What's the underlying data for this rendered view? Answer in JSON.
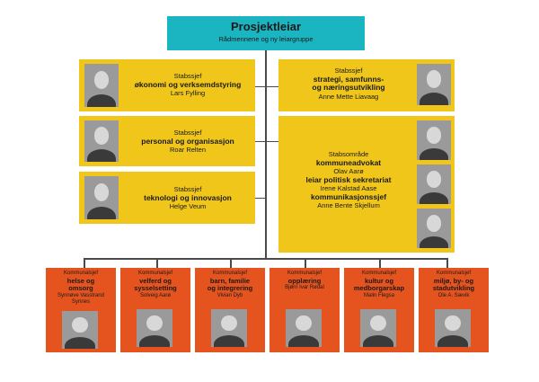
{
  "top": {
    "title": "Prosjektleiar",
    "subtitle": "Rådmennene og ny leiargruppe"
  },
  "left_staff": [
    {
      "label": "Stabssjef",
      "title": "økonomi og verksemdstyring",
      "name": "Lars Fylling"
    },
    {
      "label": "Stabssjef",
      "title": "personal og organisasjon",
      "name": "Roar Relten"
    },
    {
      "label": "Stabssjef",
      "title": "teknologi og innovasjon",
      "name": "Helge Veum"
    }
  ],
  "right_staff": {
    "label": "Stabssjef",
    "title_line1": "strategi, samfunns-",
    "title_line2": "og næringsutvikling",
    "name": "Anne Mette Liavaag"
  },
  "staff_area": {
    "label": "Stabsområde",
    "role1": "kommuneadvokat",
    "name1": "Olav Aarø",
    "role2": "leiar politisk sekretariat",
    "name2": "Irene Kalstad Aase",
    "role3": "kommunikasjonssjef",
    "name3": "Anne Bente Skjellum"
  },
  "directors": [
    {
      "label": "Kommunalsjef",
      "title_line1": "helse og",
      "title_line2": "omsorg",
      "name_line1": "Synnøve Vasstrand",
      "name_line2": "Synnes"
    },
    {
      "label": "Kommunalsjef",
      "title_line1": "velferd og",
      "title_line2": "sysselsetting",
      "name_line1": "Solveig Aarø",
      "name_line2": ""
    },
    {
      "label": "Kommunalsjef",
      "title_line1": "barn, familie",
      "title_line2": "og integrering",
      "name_line1": "Vivian Dyb",
      "name_line2": ""
    },
    {
      "label": "Kommunalsjef",
      "title_line1": "opplæring",
      "title_line2": "",
      "name_line1": "Bjørn Ivar Rødal",
      "name_line2": ""
    },
    {
      "label": "Kommunalsjef",
      "title_line1": "kultur og",
      "title_line2": "medborgarskap",
      "name_line1": "Malin Flegsa",
      "name_line2": ""
    },
    {
      "label": "Kommunalsjef",
      "title_line1": "miljø, by- og",
      "title_line2": "stadutvikling",
      "name_line1": "Ole A. Sævik",
      "name_line2": ""
    }
  ]
}
